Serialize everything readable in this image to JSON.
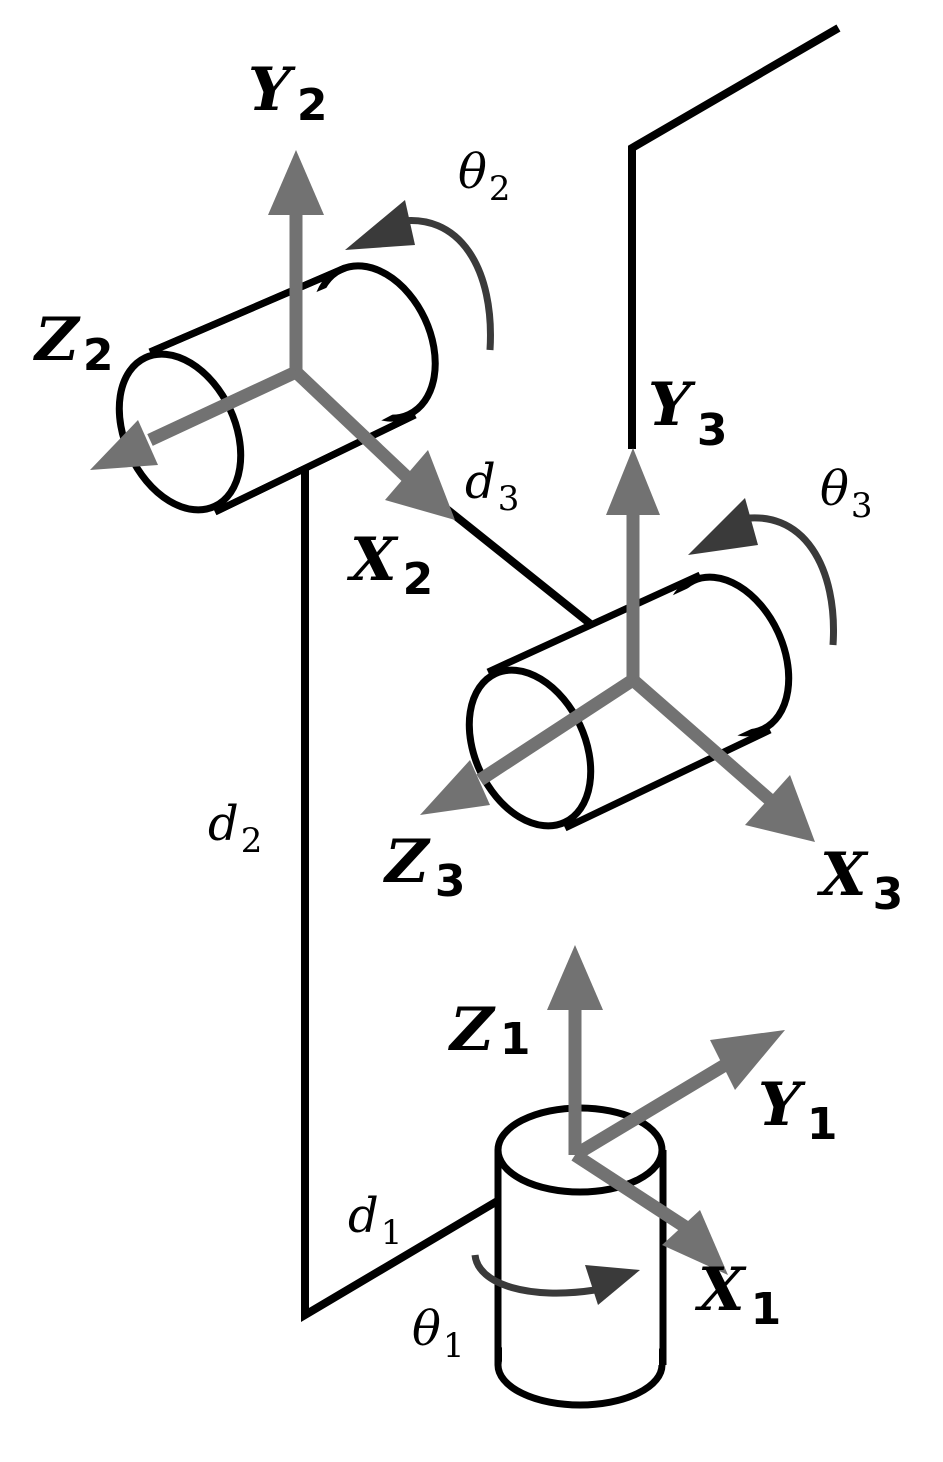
{
  "labels": {
    "y2": {
      "base": "Y",
      "sub": "2"
    },
    "z2": {
      "base": "Z",
      "sub": "2"
    },
    "x2": {
      "base": "X",
      "sub": "2"
    },
    "theta2": {
      "base": "θ",
      "sub": "2"
    },
    "y3": {
      "base": "Y",
      "sub": "3"
    },
    "theta3": {
      "base": "θ",
      "sub": "3"
    },
    "z3": {
      "base": "Z",
      "sub": "3"
    },
    "x3": {
      "base": "X",
      "sub": "3"
    },
    "d3": {
      "base": "d",
      "sub": "3"
    },
    "d2": {
      "base": "d",
      "sub": "2"
    },
    "z1": {
      "base": "Z",
      "sub": "1"
    },
    "y1": {
      "base": "Y",
      "sub": "1"
    },
    "x1": {
      "base": "X",
      "sub": "1"
    },
    "d1": {
      "base": "d",
      "sub": "1"
    },
    "theta1": {
      "base": "θ",
      "sub": "1"
    }
  },
  "colors": {
    "axis": "#727272",
    "rotation": "#3a3a3a",
    "link": "#000000"
  }
}
